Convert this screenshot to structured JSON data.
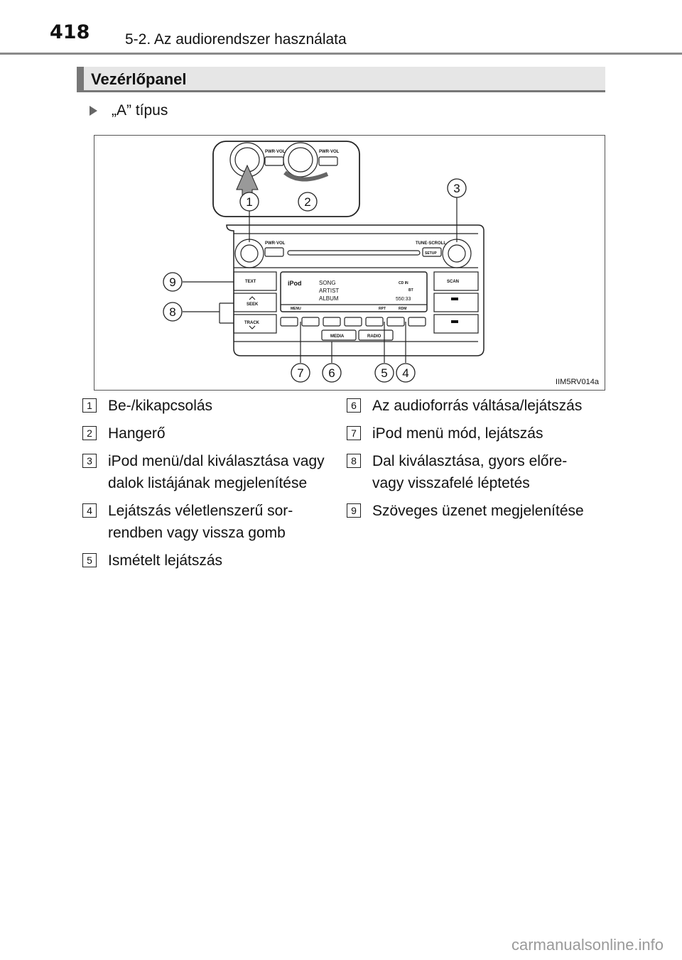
{
  "header": {
    "page_number": "418",
    "chapter": "5-2. Az audiorendszer használata"
  },
  "section": {
    "title": "Vezérlőpanel"
  },
  "type_label": "„A” típus",
  "figure": {
    "code": "IIM5RV014a",
    "labels": {
      "pwr_vol": "PWR·VOL",
      "tune_scroll": "TUNE·SCROLL",
      "setup": "SETUP",
      "text": "TEXT",
      "scan": "SCAN",
      "seek": "SEEK",
      "track": "TRACK",
      "media": "MEDIA",
      "radio": "RADIO",
      "menu": "MENU",
      "rpt": "RPT",
      "rdm": "RDM",
      "ipod": "iPod",
      "song": "SONG",
      "artist": "ARTIST",
      "album": "ALBUM",
      "cd_in": "CD IN",
      "bt": "BT",
      "time": "550:33"
    },
    "callouts": [
      "1",
      "2",
      "3",
      "4",
      "5",
      "6",
      "7",
      "8",
      "9"
    ]
  },
  "legend_left": [
    {
      "num": "1",
      "text": "Be-/kikapcsolás"
    },
    {
      "num": "2",
      "text": "Hangerő"
    },
    {
      "num": "3",
      "text": "iPod menü/dal kiválasztása vagy dalok listájának megjele­nítése"
    },
    {
      "num": "4",
      "text": "Lejátszás véletlenszerű sor­rendben vagy vissza gomb"
    },
    {
      "num": "5",
      "text": "Ismételt lejátszás"
    }
  ],
  "legend_right": [
    {
      "num": "6",
      "text": "Az audioforrás váltása/leját­szás"
    },
    {
      "num": "7",
      "text": "iPod menü mód, lejátszás"
    },
    {
      "num": "8",
      "text": "Dal kiválasztása, gyors előre- vagy visszafelé léptetés"
    },
    {
      "num": "9",
      "text": "Szöveges üzenet megjelenítése"
    }
  ],
  "watermark": "carmanualsonline.info"
}
